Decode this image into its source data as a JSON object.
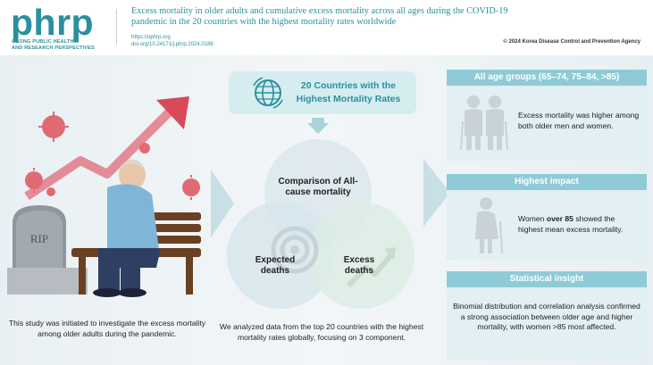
{
  "header": {
    "logo_text": "phrp",
    "logo_sub_line1": "OSONG PUBLIC HEALTH",
    "logo_sub_line2": "AND RESEARCH PERSPECTIVES",
    "title": "Excess mortality in older adults and cumulative excess mortality across all ages during the COVID-19 pandemic in the 20 countries with the highest mortality rates worldwide",
    "url": "https://ophrp.org",
    "doi": "doi.org/10.24171/j.phrp.2024.0186",
    "copyright": "© 2024 Korea Disease Control and Prevention Agency"
  },
  "left": {
    "tombstone": "RIP",
    "caption": "This study was initiated to investigate the excess mortality among older adults during the pandemic."
  },
  "center": {
    "top_box": "20 Countries with the Highest Mortality Rates",
    "circle_top": "Comparison of All-cause mortality",
    "circle_left": "Expected deaths",
    "circle_right": "Excess deaths",
    "caption": "We analyzed data from the top 20 countries with the highest mortality rates globally, focusing on 3 component."
  },
  "right": {
    "panel1_title": "All age groups (65–74, 75–84, >85)",
    "panel1_text": "Excess mortality was higher among both older men and women.",
    "panel2_title": "Highest impact",
    "panel2_text_pre": "Women ",
    "panel2_text_bold": "over 85",
    "panel2_text_post": " showed the highest mean excess mortality.",
    "panel3_title": "Statistical insight",
    "panel3_text": "Binomial distribution and correlation analysis confirmed a strong association between older age and higher mortality, with women >85 most affected."
  },
  "colors": {
    "brand_teal": "#2a8f9e",
    "panel_title": "#8fcbd6",
    "arrow_red": "#d84a5a"
  }
}
